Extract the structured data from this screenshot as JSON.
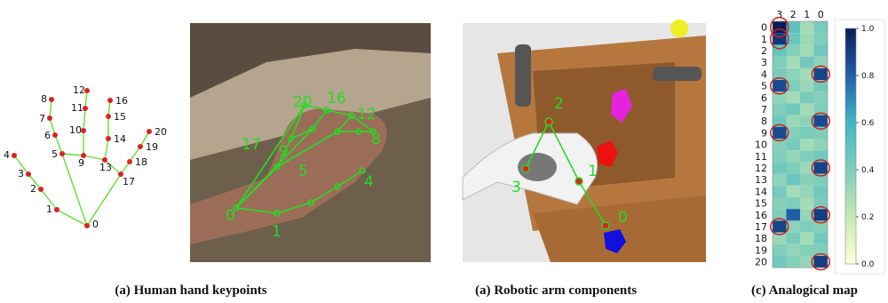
{
  "captions": {
    "a": "(a) Human hand keypoints",
    "b": "(a) Robotic arm components",
    "c": "(c) Analogical map"
  },
  "hand_keypoint_labels": [
    "0",
    "1",
    "2",
    "3",
    "4",
    "5",
    "6",
    "7",
    "8",
    "9",
    "10",
    "11",
    "12",
    "13",
    "14",
    "15",
    "16",
    "17",
    "18",
    "19",
    "20"
  ],
  "photo_labels": [
    "20",
    "16",
    "12",
    "8",
    "17",
    "9",
    "5",
    "0",
    "1",
    "4"
  ],
  "robot_labels": [
    "2",
    "1",
    "3",
    "0"
  ],
  "colors": {
    "skeleton": "#66dd33",
    "keypoint": "#dd2222",
    "photo_lines": "#22dd22",
    "highlight_circle": "#cc2222"
  },
  "chart_data": {
    "type": "heatmap",
    "x_tick_labels": [
      "3",
      "2",
      "1",
      "0"
    ],
    "y_tick_labels": [
      "0",
      "1",
      "2",
      "3",
      "4",
      "5",
      "6",
      "7",
      "8",
      "9",
      "10",
      "11",
      "12",
      "13",
      "14",
      "15",
      "16",
      "17",
      "18",
      "19",
      "20"
    ],
    "colorbar_ticks": [
      "1.0",
      "0.8",
      "0.6",
      "0.4",
      "0.2",
      "0.0"
    ],
    "colorbar_range": [
      0.0,
      1.0
    ],
    "colormap": "YlGnBu",
    "values": [
      [
        1.0,
        0.5,
        0.3,
        0.42
      ],
      [
        0.92,
        0.46,
        0.32,
        0.4
      ],
      [
        0.48,
        0.38,
        0.3,
        0.45
      ],
      [
        0.4,
        0.3,
        0.44,
        0.35
      ],
      [
        0.42,
        0.36,
        0.3,
        0.88
      ],
      [
        0.86,
        0.4,
        0.32,
        0.44
      ],
      [
        0.36,
        0.3,
        0.42,
        0.38
      ],
      [
        0.4,
        0.44,
        0.3,
        0.4
      ],
      [
        0.45,
        0.32,
        0.36,
        0.86
      ],
      [
        0.86,
        0.38,
        0.42,
        0.4
      ],
      [
        0.38,
        0.42,
        0.3,
        0.36
      ],
      [
        0.4,
        0.34,
        0.4,
        0.44
      ],
      [
        0.44,
        0.4,
        0.32,
        0.88
      ],
      [
        0.36,
        0.46,
        0.38,
        0.4
      ],
      [
        0.42,
        0.3,
        0.34,
        0.44
      ],
      [
        0.38,
        0.4,
        0.3,
        0.42
      ],
      [
        0.4,
        0.8,
        0.34,
        0.9
      ],
      [
        0.88,
        0.36,
        0.4,
        0.38
      ],
      [
        0.32,
        0.42,
        0.3,
        0.44
      ],
      [
        0.4,
        0.34,
        0.38,
        0.4
      ],
      [
        0.44,
        0.38,
        0.34,
        0.9
      ]
    ],
    "highlighted_cells": [
      [
        0,
        0
      ],
      [
        1,
        0
      ],
      [
        4,
        3
      ],
      [
        5,
        0
      ],
      [
        8,
        3
      ],
      [
        9,
        0
      ],
      [
        12,
        3
      ],
      [
        16,
        3
      ],
      [
        17,
        0
      ],
      [
        20,
        3
      ]
    ]
  }
}
